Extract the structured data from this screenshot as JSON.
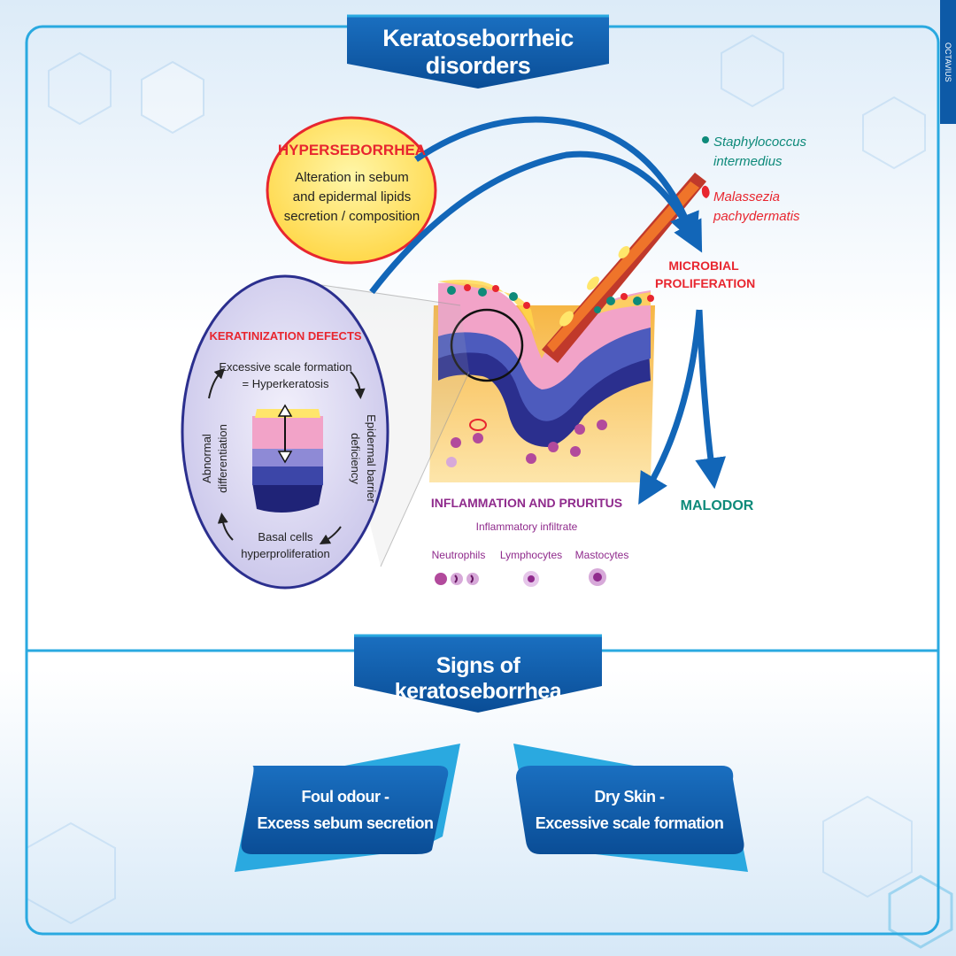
{
  "header": {
    "title": "Keratoseborrheic disorders"
  },
  "brand_tab": "OCTAVIUS",
  "hyperseborrhea": {
    "title": "HYPERSEBORRHEA",
    "lines": [
      "Alteration in sebum",
      "and epidermal lipids",
      "secretion / composition"
    ]
  },
  "microbes": {
    "organism1_line1": "Staphylococcus",
    "organism1_line2": "intermedius",
    "organism2_line1": "Malassezia",
    "organism2_line2": "pachydermatis",
    "proliferation_line1": "MICROBIAL",
    "proliferation_line2": "PROLIFERATION"
  },
  "keratinization": {
    "title": "KERATINIZATION DEFECTS",
    "top_line1": "Excessive scale formation",
    "top_line2": "= Hyperkeratosis",
    "left_line1": "Abnormal",
    "left_line2": "differentiation",
    "right_line1": "Epidermal barrier",
    "right_line2": "deficiency",
    "bottom_line1": "Basal cells",
    "bottom_line2": "hyperproliferation"
  },
  "inflammation": {
    "title": "INFLAMMATION AND PRURITUS",
    "subtitle": "Inflammatory infiltrate",
    "cells": [
      "Neutrophils",
      "Lymphocytes",
      "Mastocytes"
    ]
  },
  "malodor": "MALODOR",
  "signs": {
    "title": "Signs of keratoseborrhea",
    "left_line1": "Foul odour -",
    "left_line2": "Excess sebum secretion",
    "right_line1": "Dry Skin -",
    "right_line2": "Excessive scale formation"
  },
  "colors": {
    "primary_blue": "#0d5aa7",
    "light_blue": "#2aa9e0",
    "red": "#e8262f",
    "teal": "#0e8a7a",
    "purple": "#8f2a8c",
    "yellow": "#ffe66b"
  }
}
